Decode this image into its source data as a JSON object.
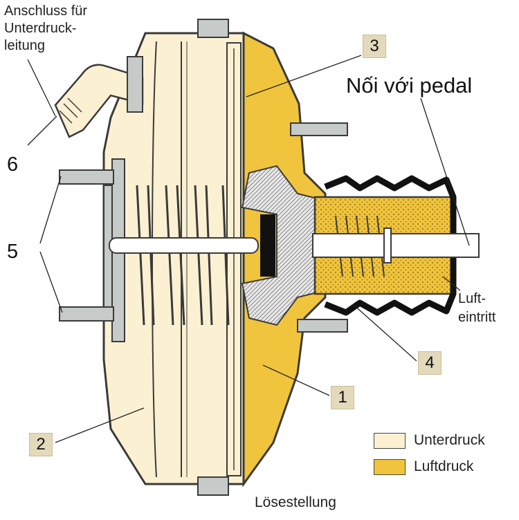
{
  "colors": {
    "vacuum": "#fbf1d2",
    "air": "#f0c43d",
    "metal": "#c6cac8",
    "outline": "#3a3a3a",
    "tag_bg": "#e3d9bb"
  },
  "labels": {
    "port_line1": "Anschluss für",
    "port_line2": "Unterdruck-",
    "port_line3": "leitung",
    "pedal": "Nối với pedal",
    "air_line1": "Luft-",
    "air_line2": "eintritt",
    "caption": "Lösestellung"
  },
  "numbers": {
    "n1": "1",
    "n2": "2",
    "n3": "3",
    "n4": "4",
    "n5": "5",
    "n6": "6"
  },
  "legend": [
    {
      "label": "Unterdruck",
      "color": "#fbf1d2"
    },
    {
      "label": "Luftdruck",
      "color": "#f0c43d"
    }
  ]
}
